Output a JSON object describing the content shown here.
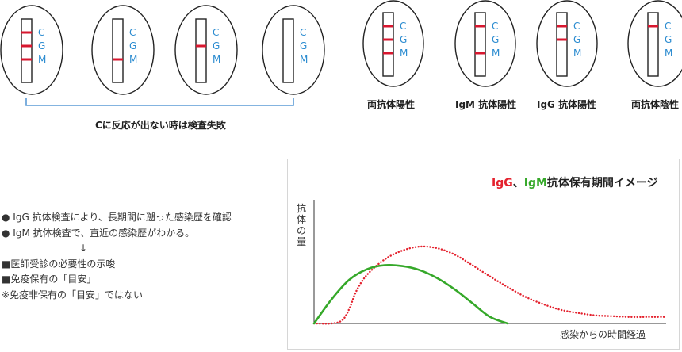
{
  "cgm_letters": [
    "C",
    "G",
    "M"
  ],
  "tests_negative_group": {
    "caption": "Cに反応が出ない時は検査失敗"
  },
  "test_results": [
    {
      "label": "両抗体陽性"
    },
    {
      "label": "IgM 抗体陽性"
    },
    {
      "label": "IgG 抗体陽性"
    },
    {
      "label": "両抗体陰性"
    }
  ],
  "notes": {
    "line1": "● IgG 抗体検査により、長期間に遡った感染歴を確認",
    "line2": "● IgM 抗体検査で、直近の感染歴がわかる。",
    "arrow": "↓",
    "line3": "■医師受診の必要性の示唆",
    "line4": "■免疫保有の「目安」",
    "line5": "※免疫非保有の「目安」ではない"
  },
  "chart": {
    "title_igg": "IgG",
    "title_sep": "、",
    "title_igm": "IgM",
    "title_rest": "抗体保有期間イメージ",
    "ylabel": "抗体の量",
    "xlabel": "感染からの時間経過"
  },
  "colors": {
    "band": "#d7172f",
    "letters": "#2a8bd0",
    "igg": "#e4222e",
    "igm": "#35a829",
    "bracket": "#5b9bd5"
  },
  "chart_data": {
    "type": "line",
    "title": "IgG、IgM抗体保有期間イメージ",
    "xlabel": "感染からの時間経過",
    "ylabel": "抗体の量",
    "xlim": [
      0,
      100
    ],
    "ylim": [
      0,
      100
    ],
    "grid": false,
    "series": [
      {
        "name": "IgG",
        "style": "dotted",
        "x": [
          0,
          5,
          8,
          10,
          12,
          15,
          20,
          25,
          30,
          35,
          40,
          45,
          50,
          55,
          60,
          65,
          70,
          75,
          80,
          85,
          90,
          95,
          100
        ],
        "y": [
          0,
          0,
          4,
          18,
          40,
          60,
          79,
          90,
          95,
          93,
          85,
          72,
          58,
          45,
          33,
          24,
          17,
          13,
          10,
          9,
          8,
          8,
          8
        ]
      },
      {
        "name": "IgM",
        "style": "solid",
        "x": [
          0,
          5,
          10,
          15,
          20,
          25,
          30,
          35,
          40,
          45,
          50,
          55
        ],
        "y": [
          0,
          30,
          54,
          67,
          72,
          71,
          66,
          56,
          42,
          25,
          8,
          0
        ]
      }
    ]
  }
}
